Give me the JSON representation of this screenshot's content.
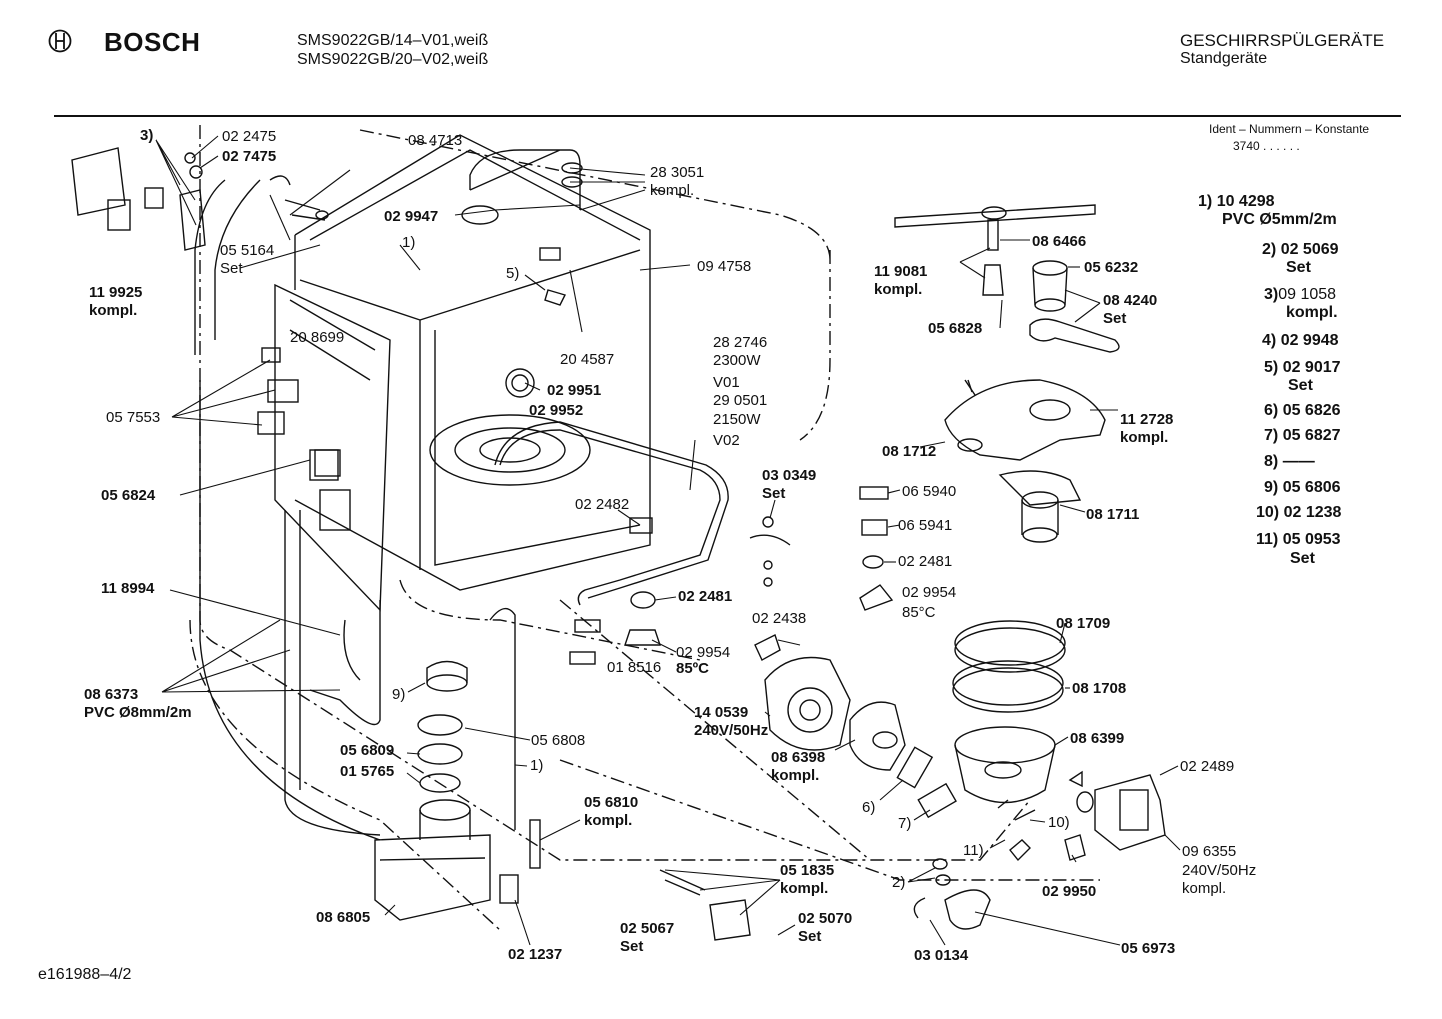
{
  "header": {
    "brand": "BOSCH",
    "model_line_1": "SMS9022GB/14–V01,weiß",
    "model_line_2": "SMS9022GB/20–V02,weiß",
    "category": "GESCHIRRSPÜLGERÄTE",
    "subcategory": "Standgeräte"
  },
  "ident": {
    "title": "Ident – Nummern – Konstante",
    "value": "3740 . . . . . ."
  },
  "legend": [
    {
      "num": "1)",
      "l1": "10 4298",
      "l2": "PVC Ø5mm/2m"
    },
    {
      "num": "2)",
      "l1": "02 5069",
      "l2": "Set"
    },
    {
      "num": "3)",
      "l1": "09 1058",
      "l2": "kompl."
    },
    {
      "num": "4)",
      "l1": "02 9948",
      "l2": ""
    },
    {
      "num": "5)",
      "l1": "02 9017",
      "l2": "Set"
    },
    {
      "num": "6)",
      "l1": "05 6826",
      "l2": ""
    },
    {
      "num": "7)",
      "l1": "05 6827",
      "l2": ""
    },
    {
      "num": "8)",
      "l1": "——",
      "l2": ""
    },
    {
      "num": "9)",
      "l1": "05 6806",
      "l2": ""
    },
    {
      "num": "10)",
      "l1": "02 1238",
      "l2": ""
    },
    {
      "num": "11)",
      "l1": "05 0953",
      "l2": "Set"
    }
  ],
  "labels": {
    "p_3": "3)",
    "p_022475": "02 2475",
    "p_027475": "02 7475",
    "p_084713": "08 4713",
    "p_283051": "28 3051",
    "p_283051_k": "kompl.",
    "p_029947": "02 9947",
    "p_055164": "05 5164",
    "p_055164_s": "Set",
    "p_1a": "1)",
    "p_094758": "09 4758",
    "p_119925": "11 9925",
    "p_119925_k": "kompl.",
    "p_5": "5)",
    "p_208699": "20 8699",
    "p_204587": "20 4587",
    "p_282746": "28 2746",
    "p_2300w": "2300W",
    "p_v01": "V01",
    "p_290501": "29 0501",
    "p_2150w": "2150W",
    "p_v02": "V02",
    "p_029951": "02 9951",
    "p_029952": "02 9952",
    "p_057553": "05 7553",
    "p_056824": "05 6824",
    "p_022482": "02 2482",
    "p_030349": "03 0349",
    "p_030349_s": "Set",
    "p_118994": "11 8994",
    "p_022481a": "02 2481",
    "p_022438": "02 2438",
    "p_029954a": "02 9954",
    "p_85c_a": "85ºC",
    "p_018516": "01 8516",
    "p_086373": "08 6373",
    "p_086373_p": "PVC Ø8mm/2m",
    "p_9": "9)",
    "p_056809": "05 6809",
    "p_015765": "01 5765",
    "p_056808": "05 6808",
    "p_1b": "1)",
    "p_140539": "14 0539",
    "p_140539_v": "240V/50Hz",
    "p_086398": "08 6398",
    "p_086398_k": "kompl.",
    "p_6": "6)",
    "p_7": "7)",
    "p_056810": "05 6810",
    "p_056810_k": "kompl.",
    "p_051835": "05 1835",
    "p_051835_k": "kompl.",
    "p_086805": "08 6805",
    "p_025067": "02 5067",
    "p_025067_s": "Set",
    "p_025070": "02 5070",
    "p_025070_s": "Set",
    "p_021237": "02 1237",
    "p_086466": "08 6466",
    "p_119081": "11 9081",
    "p_119081_k": "kompl.",
    "p_056232": "05 6232",
    "p_084240": "08 4240",
    "p_084240_s": "Set",
    "p_056828": "05 6828",
    "p_112728": "11 2728",
    "p_112728_k": "kompl.",
    "p_081712": "08 1712",
    "p_065940": "06 5940",
    "p_065941": "06 5941",
    "p_022481b": "02 2481",
    "p_029954b": "02 9954",
    "p_85c_b": "85°C",
    "p_081711": "08 1711",
    "p_081709": "08 1709",
    "p_081708": "08 1708",
    "p_086399": "08 6399",
    "p_022489": "02 2489",
    "p_10": "10)",
    "p_11": "11)",
    "p_096355": "09 6355",
    "p_096355_v": "240V/50Hz",
    "p_096355_k": "kompl.",
    "p_2": "2)",
    "p_029950": "02 9950",
    "p_030134": "03 0134",
    "p_056973": "05 6973"
  },
  "footer": {
    "doc_id": "e161988–4/2"
  }
}
